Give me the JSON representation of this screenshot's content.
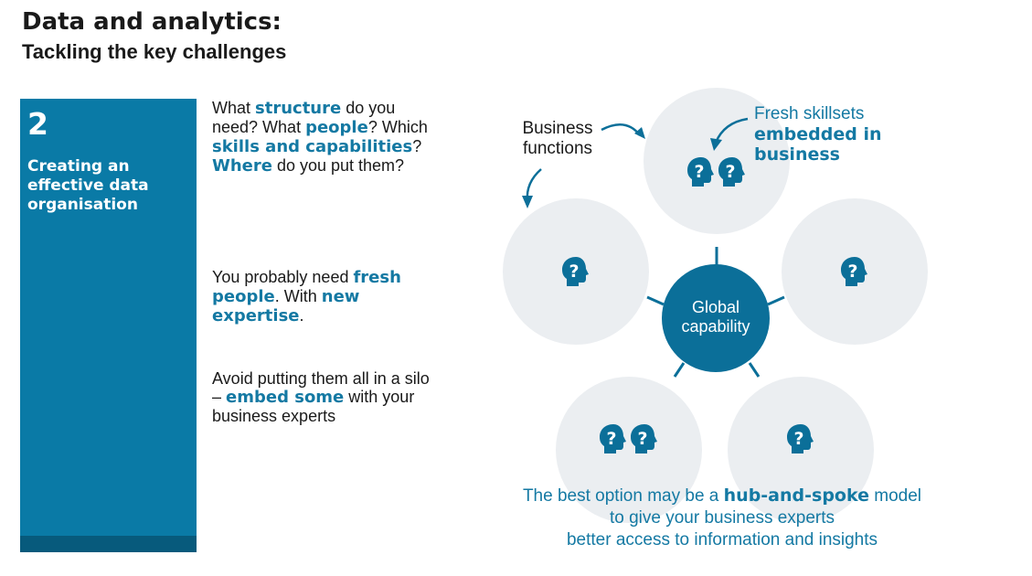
{
  "header": {
    "title": "Data and analytics:",
    "subtitle": "Tackling the key challenges"
  },
  "panel": {
    "number": "2",
    "title": "Creating an effective data organisation",
    "color": "#0a7aa6",
    "footer_color": "#075a7c"
  },
  "paragraphs": {
    "p1": [
      "What ",
      "structure",
      " do you need? What ",
      "people",
      "? Which ",
      "skills and capabilities",
      "? ",
      "Where",
      " do you put them?"
    ],
    "p2": [
      "You probably need ",
      "fresh people",
      ". With ",
      "new expertise",
      "."
    ],
    "p3": [
      "Avoid putting them all in a silo – ",
      "embed some",
      " with your business experts"
    ]
  },
  "diagram": {
    "hub_label_line1": "Global",
    "hub_label_line2": "capability",
    "label_business_functions_line1": "Business",
    "label_business_functions_line2": "functions",
    "label_fresh_line1": "Fresh skillsets",
    "label_fresh_line2": "embedded in",
    "label_fresh_line3": "business",
    "spokes": [
      {
        "name": "top",
        "icon": "two-people-question-icon",
        "count": 2
      },
      {
        "name": "left",
        "icon": "person-question-icon",
        "count": 1
      },
      {
        "name": "right",
        "icon": "person-question-icon",
        "count": 1
      },
      {
        "name": "bottom-left",
        "icon": "two-people-question-icon",
        "count": 2
      },
      {
        "name": "bottom-right",
        "icon": "person-question-icon",
        "count": 1
      }
    ],
    "colors": {
      "hub": "#0b6f99",
      "spoke": "#ebeef1",
      "icon": "#0b6f99",
      "accent": "#1479a3"
    }
  },
  "footer": {
    "line1_pre": "The best option may be a ",
    "line1_bold": "hub-and-spoke",
    "line1_post": " model",
    "line2": "to give your business experts",
    "line3": "better access to information and insights"
  }
}
